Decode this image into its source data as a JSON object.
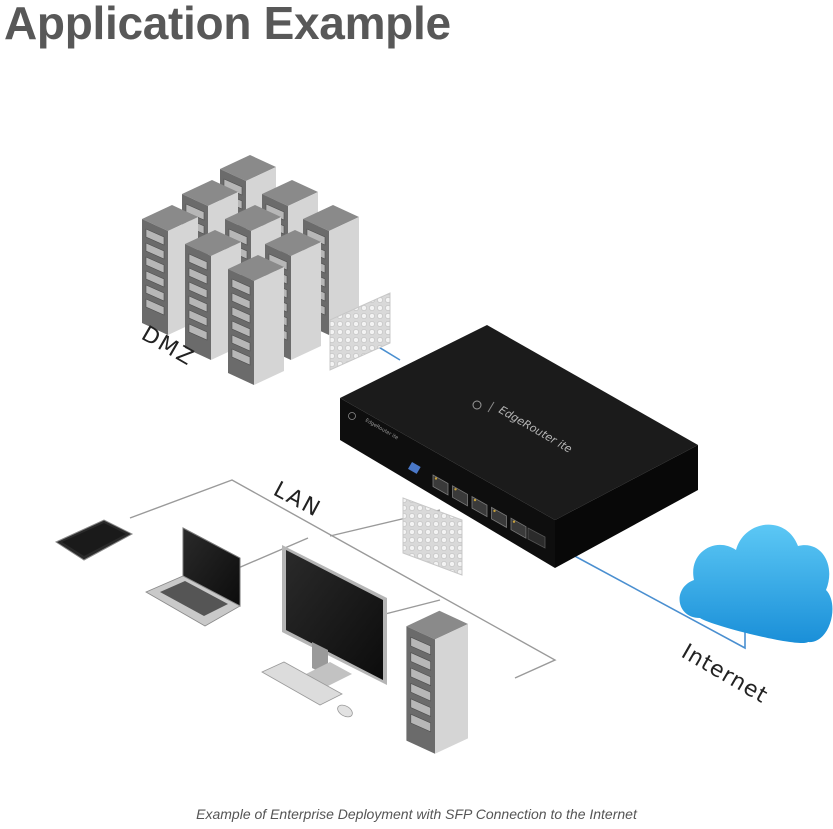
{
  "page": {
    "title": "Application Example",
    "caption": "Example of Enterprise Deployment with SFP Connection to the Internet"
  },
  "labels": {
    "dmz": "DMZ",
    "lan": "LAN",
    "internet": "Internet"
  },
  "router": {
    "brand_mark": "U",
    "name": "EdgeRouter ite",
    "front_label": "EdgeRouter ite",
    "ethernet_ports": 5,
    "sfp_ports": 1
  },
  "colors": {
    "title": "#585858",
    "caption": "#555555",
    "router_body": "#151515",
    "cloud": "#1e9fe0",
    "link_line": "#4a8fd0",
    "wire": "#9a9a9a"
  },
  "icons": {
    "firewall": "firewall-icon",
    "cloud": "cloud-icon",
    "server": "server-icon",
    "tablet": "tablet-icon",
    "laptop": "laptop-icon",
    "desktop": "desktop-monitor-icon",
    "keyboard": "keyboard-icon",
    "mouse": "mouse-icon"
  }
}
